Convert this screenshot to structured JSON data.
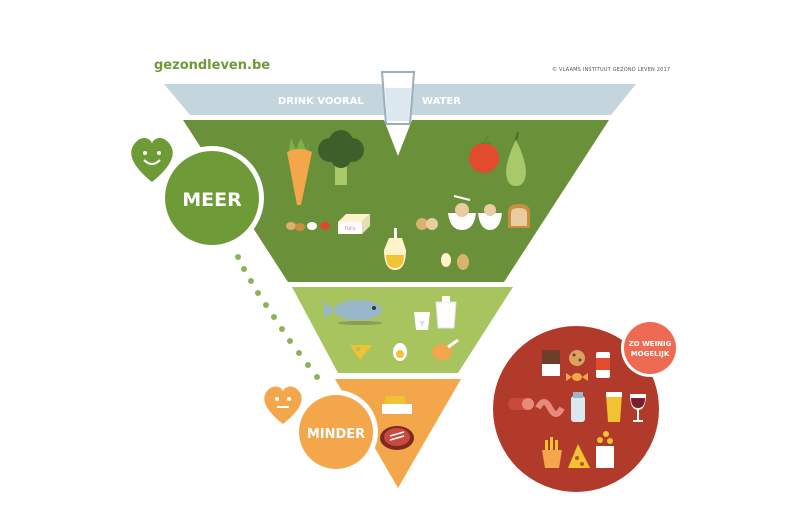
{
  "header": {
    "brand": "gezondleven.be",
    "copyright": "© VLAAMS INSTITUUT GEZOND LEVEN 2017"
  },
  "water_band": {
    "left_label": "DRINK VOORAL",
    "right_label": "WATER"
  },
  "levels": {
    "meer": "MEER",
    "minder": "MINDER",
    "zo_weinig_line1": "ZO WEINIG",
    "zo_weinig_line2": "MOGELIJK"
  },
  "food_labels": {
    "tofu": "TOFU"
  },
  "colors": {
    "brand_green": "#6e9a38",
    "water_band": "#c4d5de",
    "dark_green": "#6a9139",
    "light_green": "#a7c45e",
    "orange": "#f4a64b",
    "red_circle": "#b23a2a",
    "coral_badge": "#ec6b52"
  },
  "icons": {
    "happy": "heart-smile-icon",
    "neutral": "heart-neutral-icon"
  }
}
